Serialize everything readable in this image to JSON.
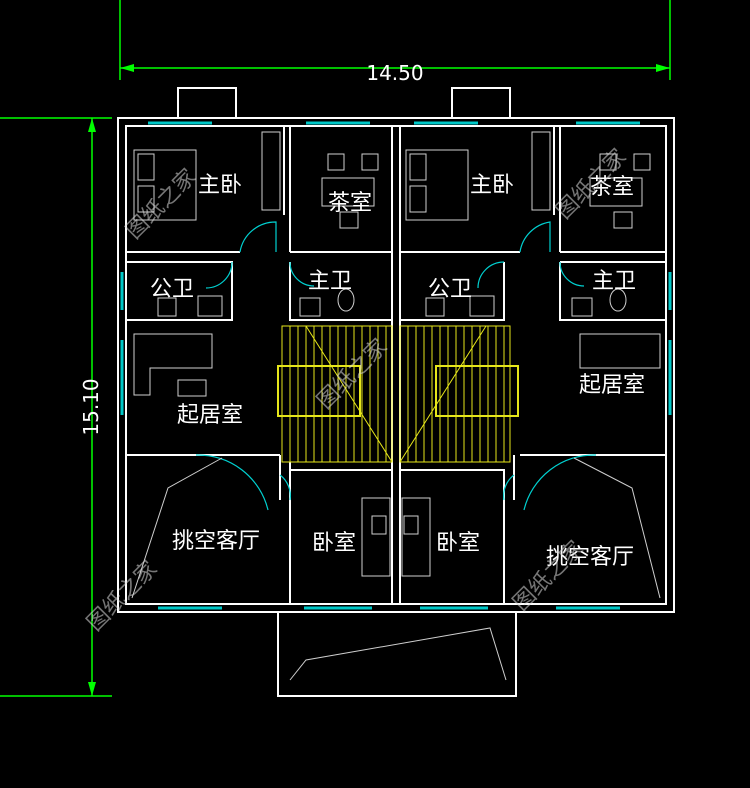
{
  "dimensions": {
    "width": "14.50",
    "height": "15.10"
  },
  "rooms": {
    "master_bedroom_left": "主卧",
    "tea_room_left": "茶室",
    "master_bedroom_right": "主卧",
    "tea_room_right": "茶室",
    "public_bath_left": "公卫",
    "master_bath_left": "主卫",
    "public_bath_right": "公卫",
    "master_bath_right": "主卫",
    "living_room_left": "起居室",
    "living_room_right": "起居室",
    "hall_left": "挑空客厅",
    "bedroom_left": "卧室",
    "bedroom_right": "卧室",
    "hall_right": "挑空客厅"
  },
  "watermark": "图纸之家",
  "colors": {
    "background": "#000000",
    "dimension": "#00ff00",
    "window": "#00c8c8",
    "stair": "#e6e61a",
    "wall": "#ffffff"
  }
}
